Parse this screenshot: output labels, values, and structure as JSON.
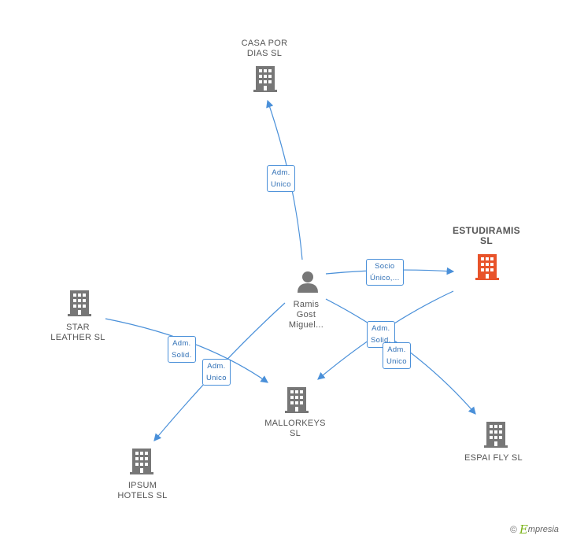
{
  "nodes": {
    "casa_por_dias": {
      "label": "CASA POR\nDIAS SL",
      "icon": "building-icon",
      "color": "#777777"
    },
    "estudiramis": {
      "label": "ESTUDIRAMIS\nSL",
      "icon": "building-icon",
      "color": "#e8532a"
    },
    "ramis": {
      "label": "Ramis\nGost\nMiguel...",
      "icon": "person-icon",
      "color": "#777777"
    },
    "star_leather": {
      "label": "STAR\nLEATHER SL",
      "icon": "building-icon",
      "color": "#777777"
    },
    "mallorkeys": {
      "label": "MALLORKEYS\nSL",
      "icon": "building-icon",
      "color": "#777777"
    },
    "ipsum_hotels": {
      "label": "IPSUM\nHOTELS SL",
      "icon": "building-icon",
      "color": "#777777"
    },
    "espai_fly": {
      "label": "ESPAI FLY SL",
      "icon": "building-icon",
      "color": "#777777"
    }
  },
  "edges": {
    "ramis_casa": {
      "label": "Adm.\nUnico"
    },
    "ramis_estudiramis": {
      "label": "Socio\nÚnico,..."
    },
    "estudiramis_mallorkeys": {
      "label": "Adm.\nSolid."
    },
    "ramis_espai": {
      "label": "Adm.\nUnico"
    },
    "star_mallorkeys": {
      "label": "Adm.\nSolid."
    },
    "ramis_ipsum": {
      "label": "Adm.\nUnico"
    }
  },
  "footer": {
    "copyright": "©",
    "brand_e": "E",
    "brand_rest": "mpresia"
  },
  "colors": {
    "edge": "#4a90d9",
    "accent": "#e8532a",
    "muted": "#777777"
  }
}
